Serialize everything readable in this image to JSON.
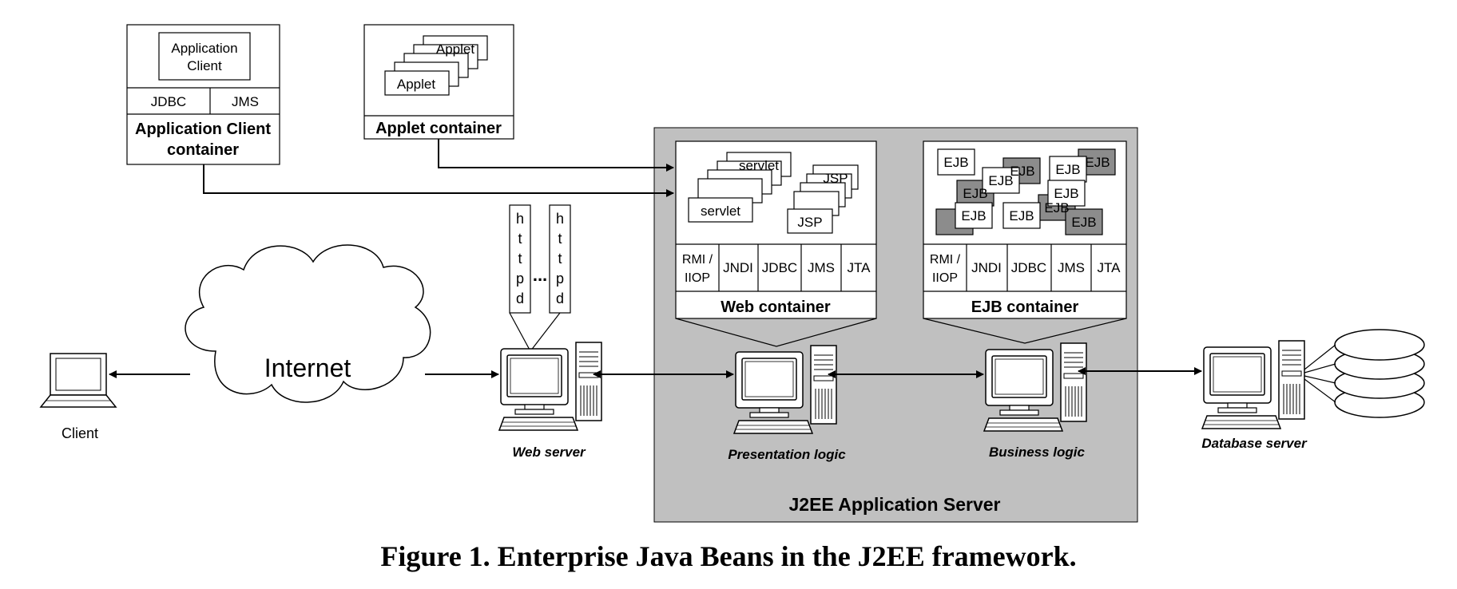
{
  "app_client": {
    "title": "Application Client",
    "jdbc": "JDBC",
    "jms": "JMS",
    "container_label": "Application Client container"
  },
  "applet": {
    "item": "Applet",
    "container_label": "Applet container"
  },
  "j2ee": {
    "title": "J2EE Application Server",
    "web": {
      "servlet": "servlet",
      "jsp": "JSP",
      "services": [
        "RMI / IIOP",
        "JNDI",
        "JDBC",
        "JMS",
        "JTA"
      ],
      "label": "Web container"
    },
    "ejb": {
      "item": "EJB",
      "services": [
        "RMI / IIOP",
        "JNDI",
        "JDBC",
        "JMS",
        "JTA"
      ],
      "label": "EJB container"
    },
    "presentation": "Presentation logic",
    "business": "Business logic"
  },
  "httpd": [
    "h",
    "t",
    "t",
    "p",
    "d"
  ],
  "ellipsis": "...",
  "internet": "Internet",
  "client": "Client",
  "web_server": "Web server",
  "db_server": "Database server",
  "caption": "Figure 1. Enterprise Java Beans in the J2EE framework.",
  "colors": {
    "server_area": "#c0c0c0",
    "ejb_dark": "#8c8c8c",
    "monitor_screen": "#ffffff"
  }
}
